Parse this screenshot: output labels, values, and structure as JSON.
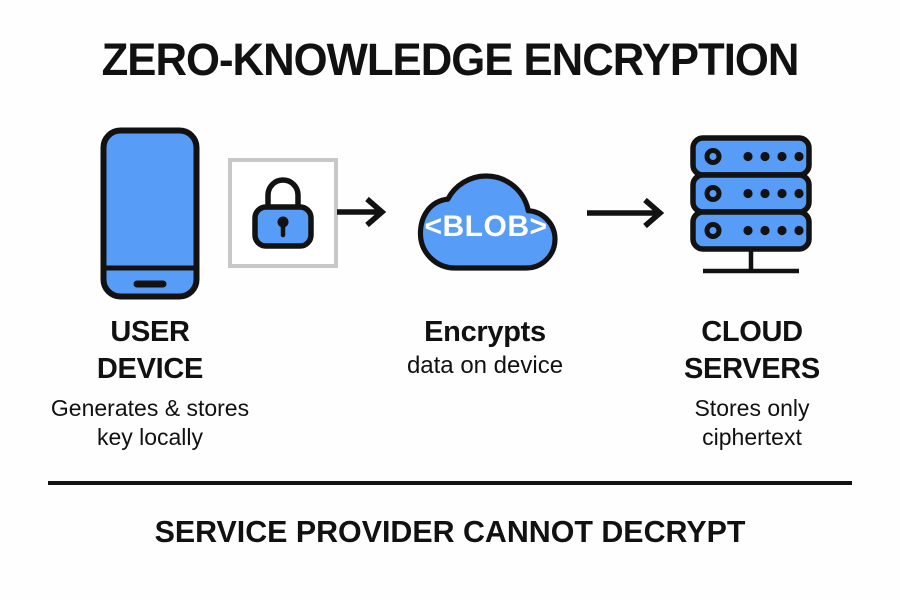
{
  "title": "ZERO-KNOWLEDGE ENCRYPTION",
  "footer": "SERVICE PROVIDER CANNOT DECRYPT",
  "colors": {
    "accent_blue": "#579CF6",
    "outline_black": "#121212",
    "box_border_gray": "#C8C8C8",
    "text_color": "#111111",
    "blob_text_white": "#FFFFFF",
    "background": "#FEFEFE"
  },
  "icons": {
    "user_device": "smartphone-icon",
    "encryption": "padlock-icon",
    "blob": "cloud-icon",
    "storage": "server-stack-icon",
    "transfer": "arrow-right-icon"
  },
  "user_device": {
    "title_lines": [
      "USER",
      "DEVICE"
    ],
    "subtitle_lines": [
      "Generates & stores",
      "key locally"
    ]
  },
  "encryption": {
    "blob_label": "<BLOB>",
    "title_lines": [
      "Encrypts"
    ],
    "subtitle_lines": [
      "data on device"
    ]
  },
  "cloud_servers": {
    "title_lines": [
      "CLOUD",
      "SERVERS"
    ],
    "subtitle_lines": [
      "Stores only",
      "ciphertext"
    ]
  }
}
